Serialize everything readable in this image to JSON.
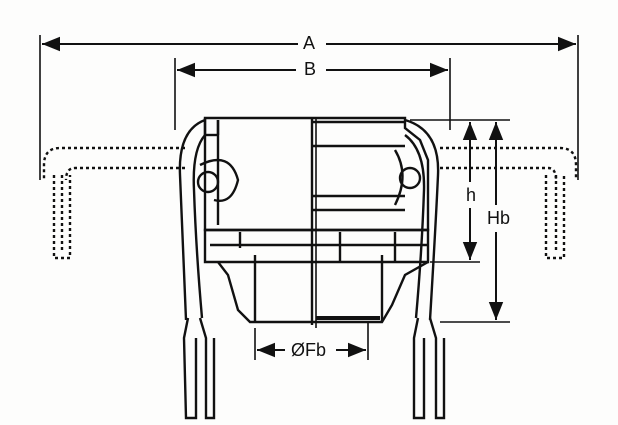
{
  "labels": {
    "a": "A",
    "b": "B",
    "h": "h",
    "hb": "Hb",
    "fb": "ØFb"
  },
  "colors": {
    "line": "#111111",
    "paper": "#fdfdfc"
  }
}
